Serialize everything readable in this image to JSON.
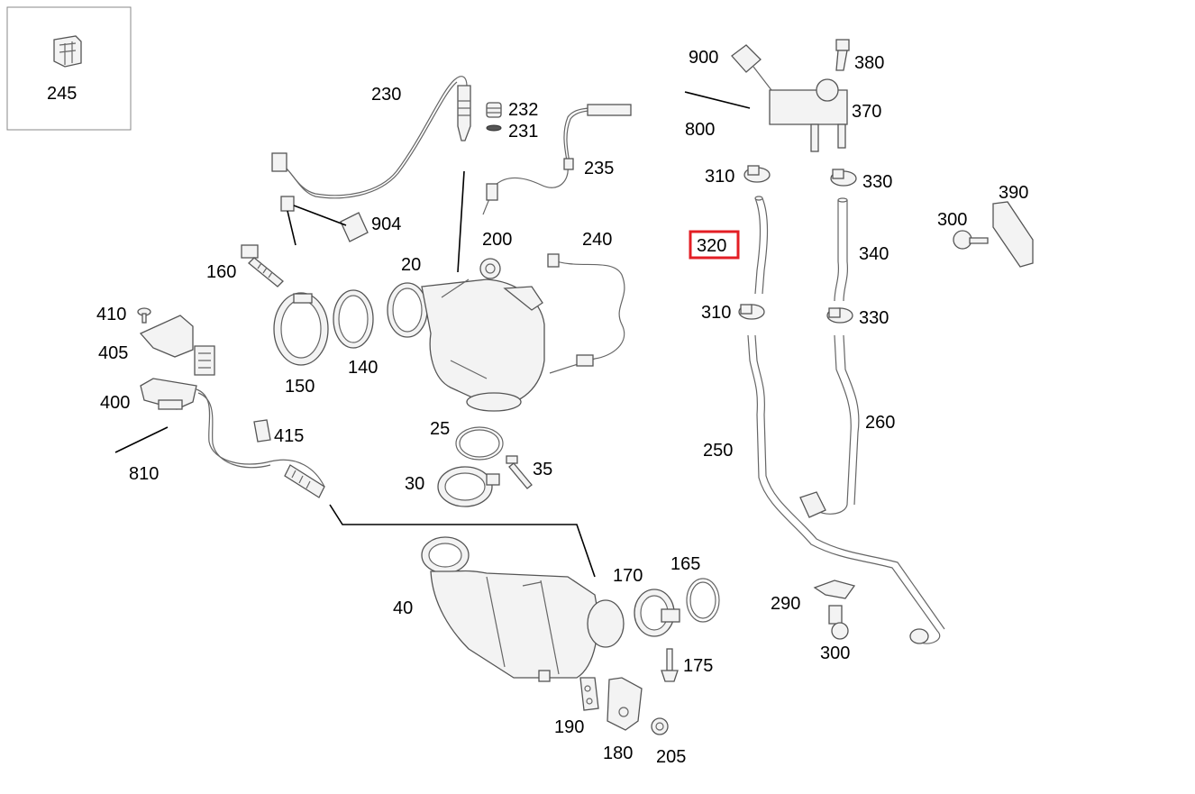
{
  "diagram": {
    "highlighted_part": "320",
    "highlight_color": "#e31e24",
    "labels": {
      "p245": "245",
      "p230": "230",
      "p232": "232",
      "p231": "231",
      "p235": "235",
      "p904": "904",
      "p200": "200",
      "p240": "240",
      "p20": "20",
      "p160": "160",
      "p410": "410",
      "p405": "405",
      "p400": "400",
      "p810": "810",
      "p415": "415",
      "p150": "150",
      "p140": "140",
      "p25": "25",
      "p35": "35",
      "p30": "30",
      "p40": "40",
      "p170": "170",
      "p165": "165",
      "p175": "175",
      "p190": "190",
      "p180": "180",
      "p205": "205",
      "p900": "900",
      "p380": "380",
      "p370": "370",
      "p800": "800",
      "p310a": "310",
      "p330a": "330",
      "p390": "390",
      "p300a": "300",
      "p320": "320",
      "p340": "340",
      "p310b": "310",
      "p330b": "330",
      "p250": "250",
      "p260": "260",
      "p290": "290",
      "p300b": "300"
    }
  }
}
